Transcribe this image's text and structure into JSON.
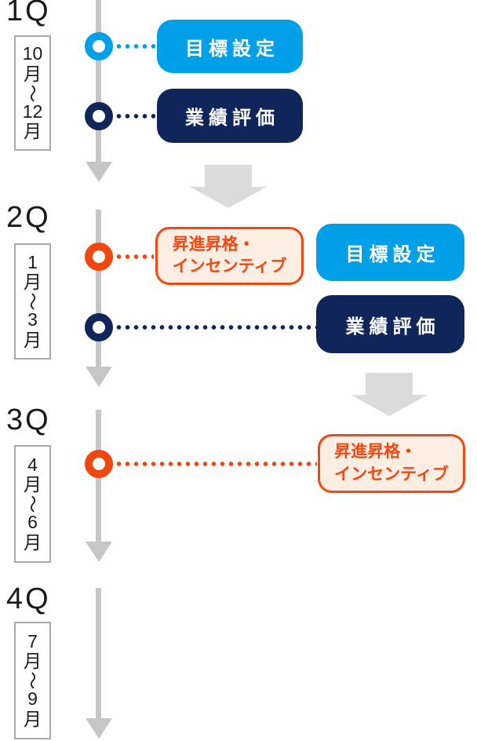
{
  "colors": {
    "light-blue": "#00A0E9",
    "navy": "#10265B",
    "orange": "#F4470F",
    "orange-fill": "#FDEEE4",
    "timeline-gray": "#C6C6C6",
    "block-arrow-gray": "#DBDBDB",
    "month-border-gray": "#A9A9A9",
    "heading-text": "#1A1A1A"
  },
  "quarters": [
    {
      "label": "1Q",
      "months": [
        "10",
        "月",
        "〜",
        "12",
        "月"
      ]
    },
    {
      "label": "2Q",
      "months": [
        "1",
        "月",
        "〜",
        "3",
        "月"
      ]
    },
    {
      "label": "3Q",
      "months": [
        "4",
        "月",
        "〜",
        "6",
        "月"
      ]
    },
    {
      "label": "4Q",
      "months": [
        "7",
        "月",
        "〜",
        "9",
        "月"
      ]
    }
  ],
  "labels": {
    "goal_setting": "目標設定",
    "performance_review": "業績評価",
    "promotion_line1": "昇進昇格・",
    "promotion_line2": "インセンティブ"
  }
}
